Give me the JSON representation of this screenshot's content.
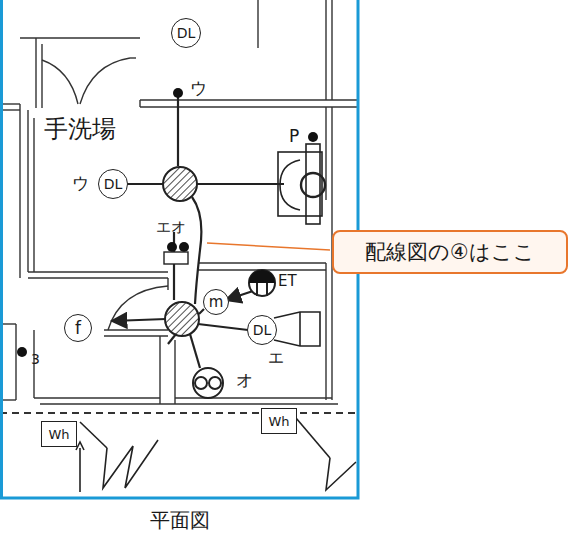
{
  "diagram": {
    "caption": "平面図",
    "nodes": [
      {
        "text": [
          "DL"
        ]
      },
      {
        "text": [
          "DL"
        ]
      },
      {
        "text": [
          "配線図の④はここ"
        ]
      },
      {
        "text": [
          "f"
        ]
      },
      {
        "text": [
          "m"
        ]
      },
      {
        "text": [
          "DL"
        ]
      },
      {
        "text": [
          "Wh"
        ]
      },
      {
        "text": [
          "Wh"
        ]
      }
    ],
    "labels": [
      "ウ",
      "手洗場",
      "ウ",
      "P",
      "エオ",
      "ET",
      "エ",
      "3",
      "オ"
    ]
  }
}
